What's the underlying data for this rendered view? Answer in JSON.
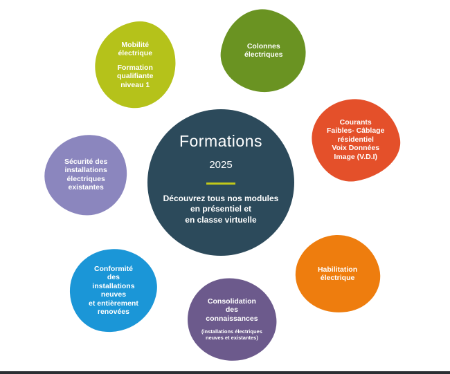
{
  "center": {
    "title": "Formations",
    "year": "2025",
    "lines": [
      "Découvrez tous nos modules",
      "en présentiel et",
      "en classe virtuelle"
    ],
    "accent_color": "#c2c81a",
    "background_color": "#2c4a5b"
  },
  "modules": {
    "mobilite": {
      "color": "#b5c21a",
      "lines": [
        "Mobilité",
        "électrique"
      ],
      "sub_lines": [
        "Formation",
        "qualifiante",
        "niveau 1"
      ]
    },
    "colonnes": {
      "color": "#6a9322",
      "lines": [
        "Colonnes",
        "électriques"
      ]
    },
    "courants": {
      "color": "#e4502a",
      "lines": [
        "Courants",
        "Faibles- Câblage",
        "résidentiel",
        "Voix Données",
        "Image (V.D.I)"
      ]
    },
    "securite": {
      "color": "#8b86be",
      "lines": [
        "Sécurité des",
        "installations",
        "électriques",
        "existantes"
      ]
    },
    "habilitation": {
      "color": "#ee7d0e",
      "lines": [
        "Habilitation",
        "électrique"
      ]
    },
    "conformite": {
      "color": "#1b96d7",
      "lines": [
        "Conformité",
        "des",
        "installations",
        "neuves",
        "et entièrement",
        "renovées"
      ]
    },
    "consolidation": {
      "color": "#6c5a8c",
      "lines": [
        "Consolidation",
        "des",
        "connaissances"
      ],
      "note_lines": [
        "(installations électriques",
        "neuves et existantes)"
      ]
    }
  }
}
